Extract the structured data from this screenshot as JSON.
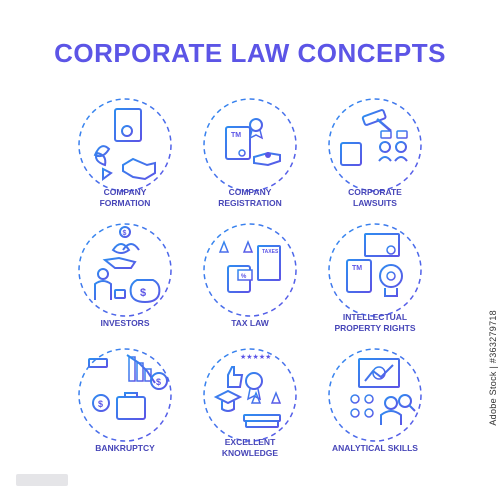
{
  "title": "CORPORATE LAW CONCEPTS",
  "colors": {
    "primary": "#5c55e6",
    "secondary": "#2f8cf0",
    "label": "#4746b8"
  },
  "items": [
    {
      "label_lines": [
        "COMPANY",
        "FORMATION"
      ],
      "icon": "company-formation-icon"
    },
    {
      "label_lines": [
        "COMPANY",
        "REGISTRATION"
      ],
      "icon": "company-registration-icon"
    },
    {
      "label_lines": [
        "CORPORATE",
        "LAWSUITS"
      ],
      "icon": "corporate-lawsuits-icon"
    },
    {
      "label_lines": [
        "INVESTORS"
      ],
      "icon": "investors-icon"
    },
    {
      "label_lines": [
        "TAX LAW"
      ],
      "icon": "tax-law-icon"
    },
    {
      "label_lines": [
        "INTELLECTUAL",
        "PROPERTY RIGHTS"
      ],
      "icon": "intellectual-property-icon"
    },
    {
      "label_lines": [
        "BANKRUPTCY"
      ],
      "icon": "bankruptcy-icon"
    },
    {
      "label_lines": [
        "EXCELLENT",
        "KNOWLEDGE"
      ],
      "icon": "excellent-knowledge-icon"
    },
    {
      "label_lines": [
        "ANALYTICAL SKILLS"
      ],
      "icon": "analytical-skills-icon"
    }
  ],
  "watermark": "Adobe Stock | #363279718"
}
